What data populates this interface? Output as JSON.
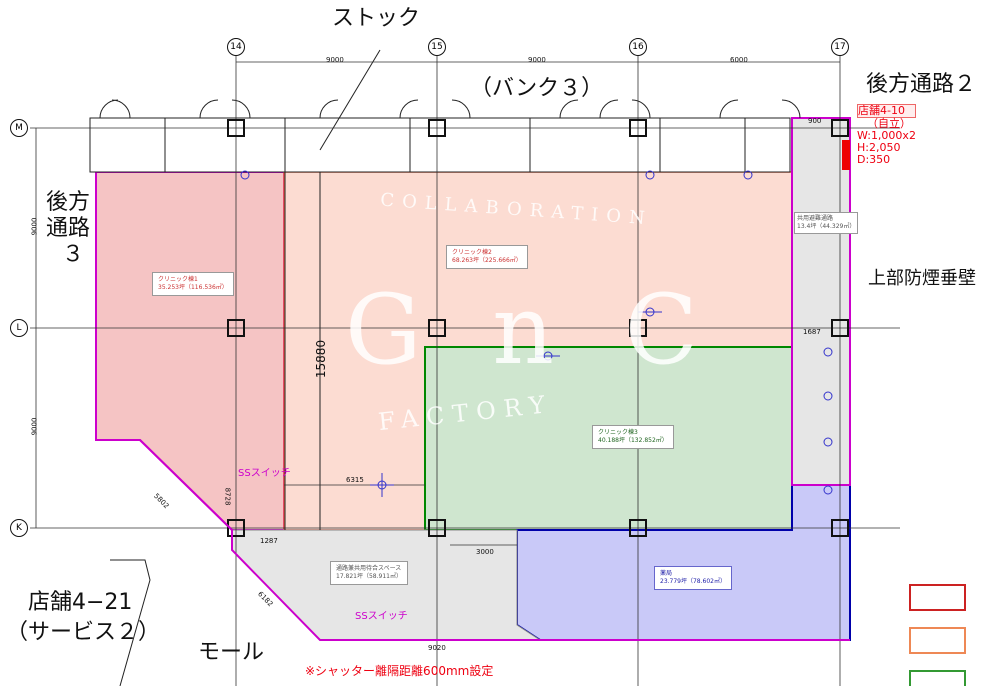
{
  "labels": {
    "stock": "ストック",
    "bank": "（バンク３）",
    "back2": "後方通路２",
    "back3a": "後方",
    "back3b": "通路",
    "back3c": "３",
    "smoke": "上部防煙垂壁",
    "store421a": "店舗4−21",
    "store421b": "（サービス２）",
    "mall": "モール",
    "shutter": "※シャッター離隔距離600mm設定",
    "ss1": "SSスイッチ",
    "ss2": "SSスイッチ"
  },
  "grid": {
    "cols": [
      "14",
      "15",
      "16",
      "17"
    ],
    "rows": [
      "M",
      "L",
      "K"
    ]
  },
  "dimensions": {
    "d1": "9000",
    "d2": "9000",
    "d3": "6000",
    "d4": "15880",
    "d5": "6315",
    "d6": "3000",
    "d7": "1287",
    "d8": "6182",
    "d9": "9020",
    "d10": "5802",
    "d11": "1687",
    "d12": "900",
    "d13": "9000",
    "d14": "9000",
    "d15": "8728"
  },
  "rooms": [
    {
      "name": "クリニック棟1",
      "area": "35.253坪（116.536㎡）"
    },
    {
      "name": "クリニック棟2",
      "area": "68.263坪（225.666㎡）"
    },
    {
      "name": "クリニック棟3",
      "area": "40.188坪（132.852㎡）"
    },
    {
      "name": "薬局",
      "area": "23.779坪（78.602㎡）"
    },
    {
      "name": "通路兼共用待合スペース",
      "area": "17.821坪（58.911㎡）"
    },
    {
      "name": "共用避難通路",
      "area": "13.4坪（44.329㎡）"
    }
  ],
  "store410": {
    "title": "店舗4-10",
    "sub": "（自立）",
    "w": "W:1,000x2",
    "h": "H:2,050",
    "d": "D:350"
  },
  "watermark": {
    "top": "COLLABORATION",
    "mid": "G n C",
    "bottom": "FACTORY"
  },
  "colors": {
    "clinic1": "#f5c4c4",
    "clinic2": "#fcdcd2",
    "clinic3": "#cfe6cf",
    "pharmacy": "#c9c9f8",
    "corridor": "#e6e6e6"
  }
}
